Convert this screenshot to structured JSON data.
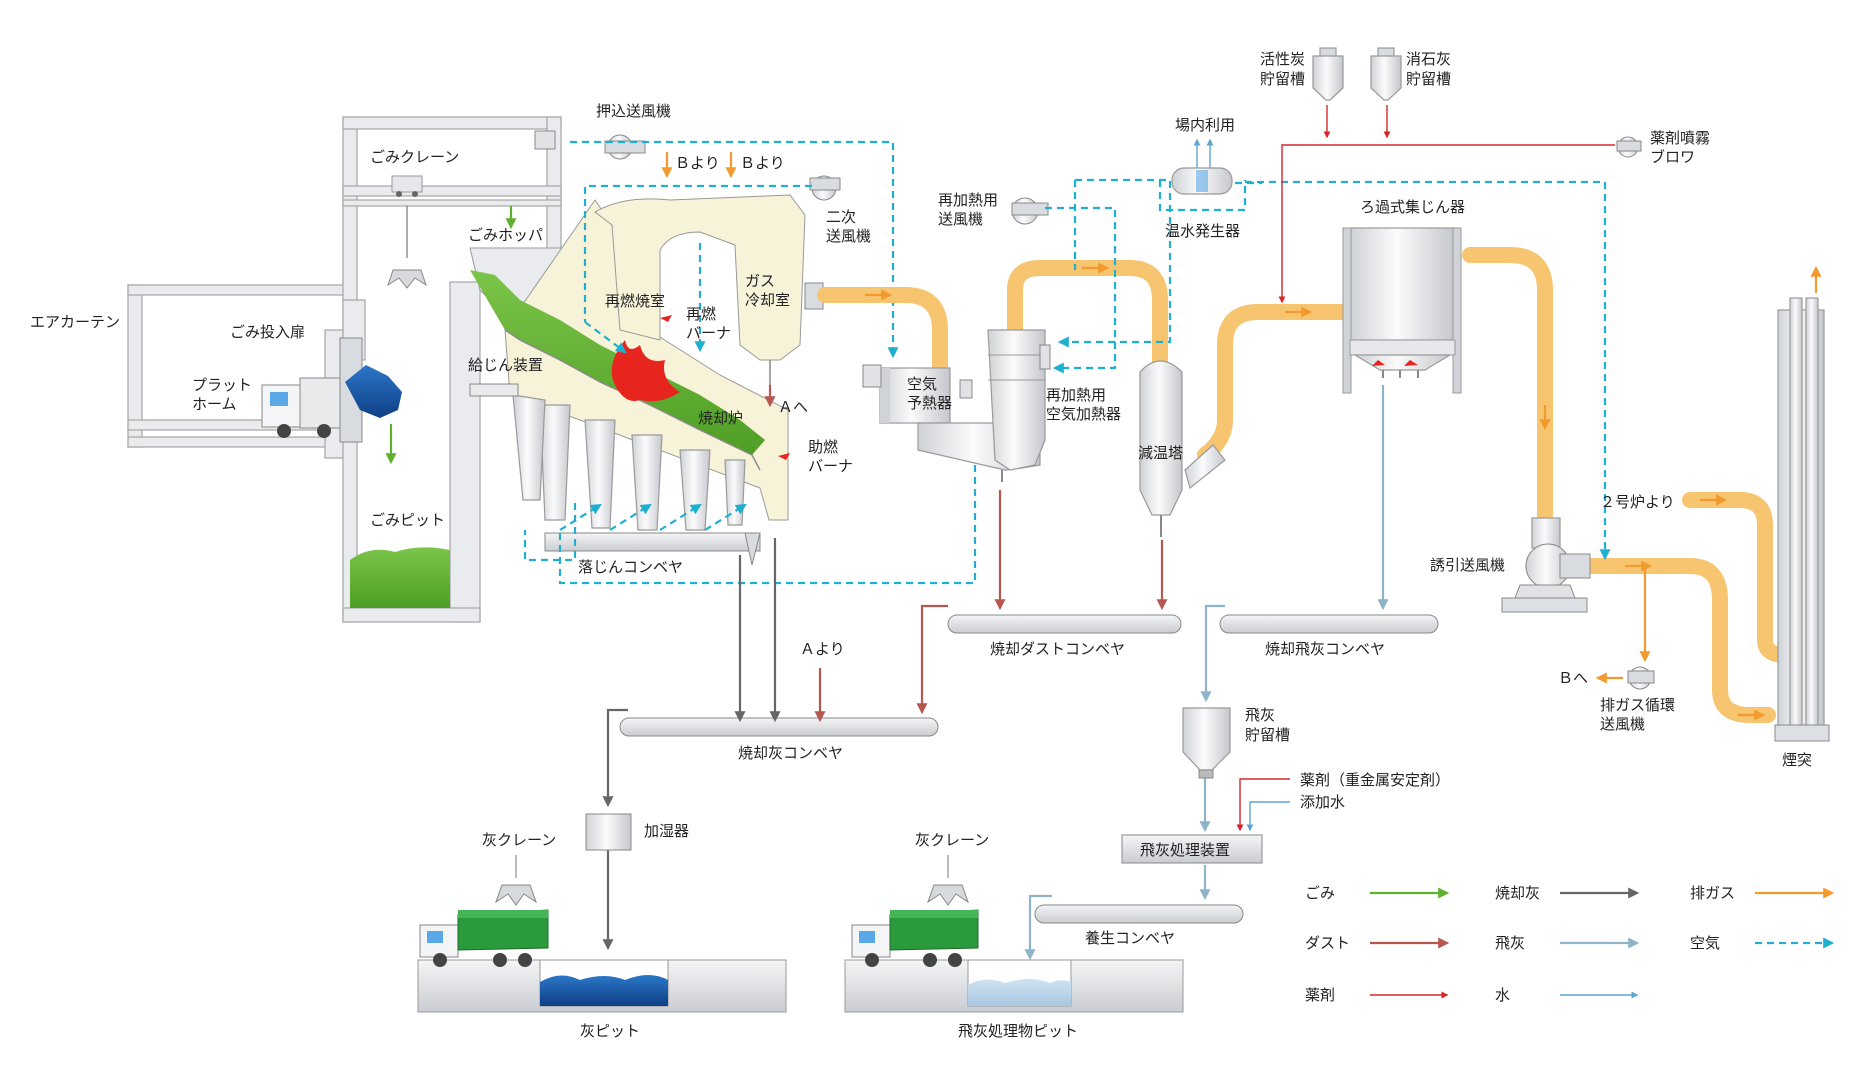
{
  "colors": {
    "garbage": "#5fb12d",
    "ash": "#666666",
    "exhaust": "#f29a2e",
    "dust": "#b5574e",
    "fly_ash": "#8eb4c8",
    "air": "#1fb0cf",
    "chemical": "#d7262b",
    "water": "#5fa6cf",
    "gas_pipe": "#f7c46f",
    "furnace": "#f7f3d9",
    "truck_green": "#2a9a3c",
    "ash_pit_water": "#1a5fb0",
    "flame": "#e8241f"
  },
  "labels": {
    "air_curtain": "エアカーテン",
    "garbage_crane": "ごみクレーン",
    "garbage_hopper": "ごみホッパ",
    "garbage_door": "ごみ投入扉",
    "platform": [
      "プラット",
      "ホーム"
    ],
    "garbage_pit": "ごみピット",
    "feeder": "給じん装置",
    "push_fan": "押込送風機",
    "from_b_1": "Ｂより",
    "from_b_2": "Ｂより",
    "secondary_fan": [
      "二次",
      "送風機"
    ],
    "reburn_chamber": "再燃焼室",
    "reburn_burner": [
      "再燃",
      "バーナ"
    ],
    "gas_cooling": [
      "ガス",
      "冷却室"
    ],
    "to_a": "Ａへ",
    "incinerator": "焼却炉",
    "aux_burner": [
      "助燃",
      "バーナ"
    ],
    "drop_conveyor": "落じんコンベヤ",
    "air_preheater": [
      "空気",
      "予熱器"
    ],
    "reheat_fan": [
      "再加熱用",
      "送風機"
    ],
    "reheat_air_heater": [
      "再加熱用",
      "空気加熱器"
    ],
    "onsite_use": "場内利用",
    "hot_water_gen": "温水発生器",
    "activated_carbon": [
      "活性炭",
      "貯留槽"
    ],
    "slaked_lime": [
      "消石灰",
      "貯留槽"
    ],
    "chem_spray_blower": [
      "薬剤噴霧",
      "ブロワ"
    ],
    "bag_filter": "ろ過式集じん器",
    "cooling_tower": "減温塔",
    "from_furnace2": "２号炉より",
    "induced_fan": "誘引送風機",
    "to_b": "Ｂへ",
    "recirc_fan": [
      "排ガス循環",
      "送風機"
    ],
    "chimney": "煙突",
    "burn_dust_conveyor": "焼却ダストコンベヤ",
    "fly_ash_conveyor": "焼却飛灰コンベヤ",
    "from_a": "Ａより",
    "ash_conveyor": "焼却灰コンベヤ",
    "fly_ash_tank": [
      "飛灰",
      "貯留槽"
    ],
    "chemical_stabilizer": "薬剤（重金属安定剤）",
    "added_water": "添加水",
    "fly_ash_processor": "飛灰処理装置",
    "humidifier": "加湿器",
    "ash_crane_1": "灰クレーン",
    "ash_crane_2": "灰クレーン",
    "curing_conveyor": "養生コンベヤ",
    "ash_pit": "灰ピット",
    "fly_ash_product_pit": "飛灰処理物ピット"
  },
  "legend": [
    {
      "label": "ごみ",
      "style": "garbage"
    },
    {
      "label": "焼却灰",
      "style": "ash"
    },
    {
      "label": "排ガス",
      "style": "exhaust"
    },
    {
      "label": "ダスト",
      "style": "dust"
    },
    {
      "label": "飛灰",
      "style": "fly_ash"
    },
    {
      "label": "空気",
      "style": "air"
    },
    {
      "label": "薬剤",
      "style": "chemical"
    },
    {
      "label": "水",
      "style": "water"
    }
  ]
}
